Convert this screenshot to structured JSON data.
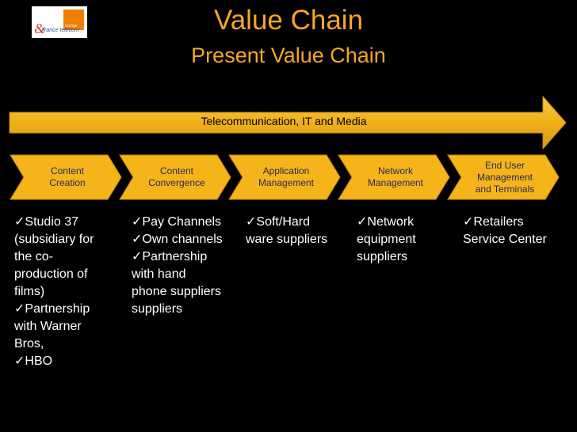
{
  "logo": {
    "brand": "orange",
    "text": "france telecom"
  },
  "title": "Value Chain",
  "subtitle": "Present Value Chain",
  "banner": {
    "label": "Telecommunication, IT and Media"
  },
  "stages": [
    {
      "label": "Content\nCreation",
      "items": [
        "✓Studio 37\n(subsidiary for\nthe co-\nproduction of\nfilms)",
        "✓Partnership\nwith Warner\nBros,",
        "✓HBO"
      ]
    },
    {
      "label": "Content\nConvergence",
      "items": [
        "✓Pay Channels",
        "✓Own channels",
        "✓Partnership\nwith hand\nphone suppliers\nsuppliers"
      ]
    },
    {
      "label": "Application\nManagement",
      "items": [
        "✓Soft/Hard\nware suppliers"
      ]
    },
    {
      "label": "Network\nManagement",
      "items": [
        "✓Network\nequipment\nsuppliers"
      ]
    },
    {
      "label": "End User\nManagement\nand Terminals",
      "items": [
        "✓Retailers\nService Center"
      ]
    }
  ],
  "colors": {
    "title": "#f5a623",
    "arrow": "#f0b21c",
    "chevron": "#f4b41a",
    "text": "#ffffff"
  }
}
